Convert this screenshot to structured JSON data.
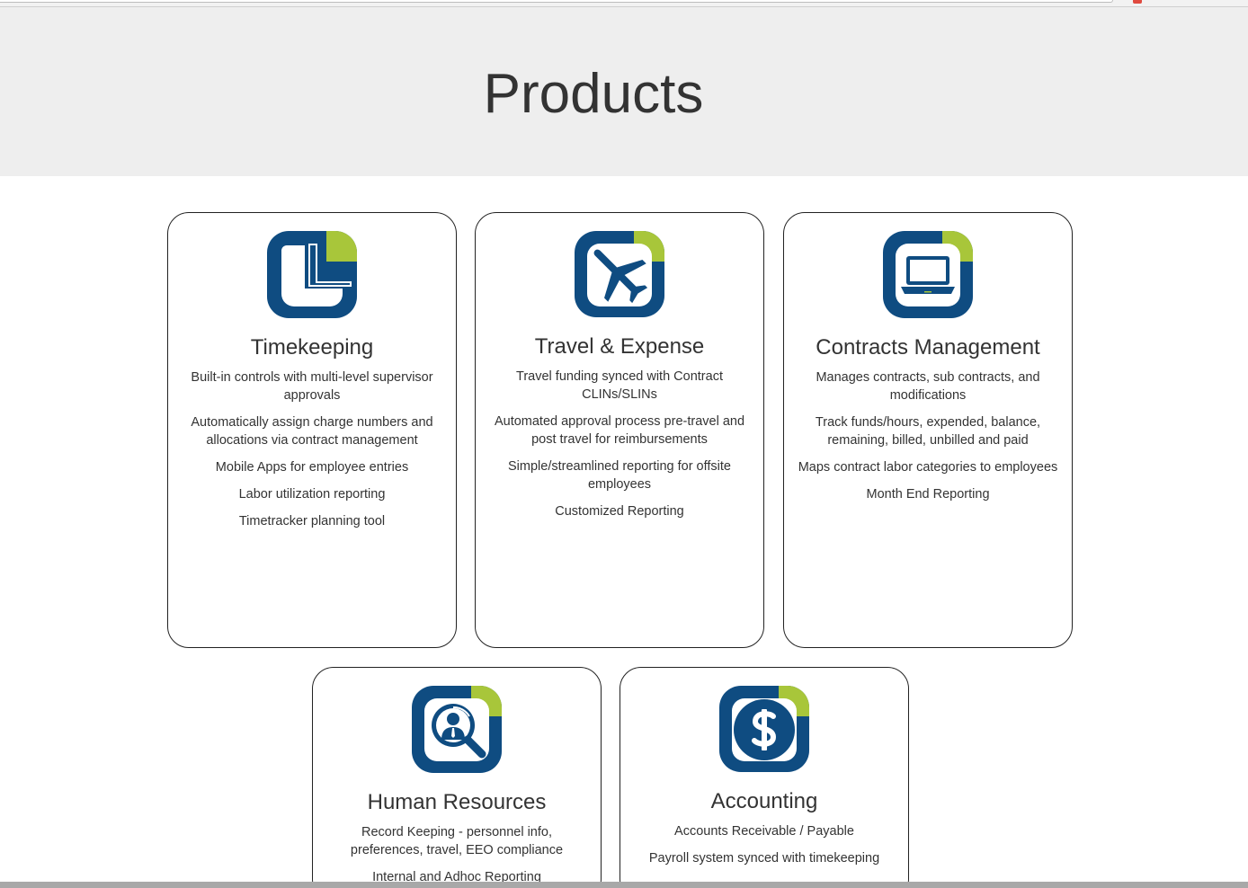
{
  "page": {
    "title": "Products"
  },
  "colors": {
    "icon_blue": "#0f4c81",
    "icon_green": "#a8c63a",
    "hero_bg": "#eeeeee",
    "text": "#333333"
  },
  "products": [
    {
      "name": "Timekeeping",
      "icon": "clock-l-icon",
      "features": [
        "Built-in controls with multi-level supervisor approvals",
        "Automatically assign charge numbers and allocations via contract management",
        "Mobile Apps for employee entries",
        "Labor utilization reporting",
        "Timetracker planning tool"
      ]
    },
    {
      "name": "Travel & Expense",
      "icon": "airplane-icon",
      "features": [
        "Travel funding synced with Contract CLINs/SLINs",
        "Automated approval process pre-travel and post travel for reimbursements",
        "Simple/streamlined reporting for offsite employees",
        "Customized Reporting"
      ]
    },
    {
      "name": "Contracts Management",
      "icon": "laptop-icon",
      "features": [
        "Manages contracts, sub contracts, and modifications",
        "Track funds/hours, expended, balance, remaining, billed, unbilled and paid",
        "Maps contract labor categories to employees",
        "Month End Reporting"
      ]
    },
    {
      "name": "Human Resources",
      "icon": "person-search-icon",
      "features": [
        "Record Keeping - personnel info, preferences, travel, EEO compliance",
        "Internal and Adhoc Reporting"
      ]
    },
    {
      "name": "Accounting",
      "icon": "dollar-coin-icon",
      "features": [
        "Accounts Receivable / Payable",
        "Payroll system synced with timekeeping"
      ]
    }
  ]
}
